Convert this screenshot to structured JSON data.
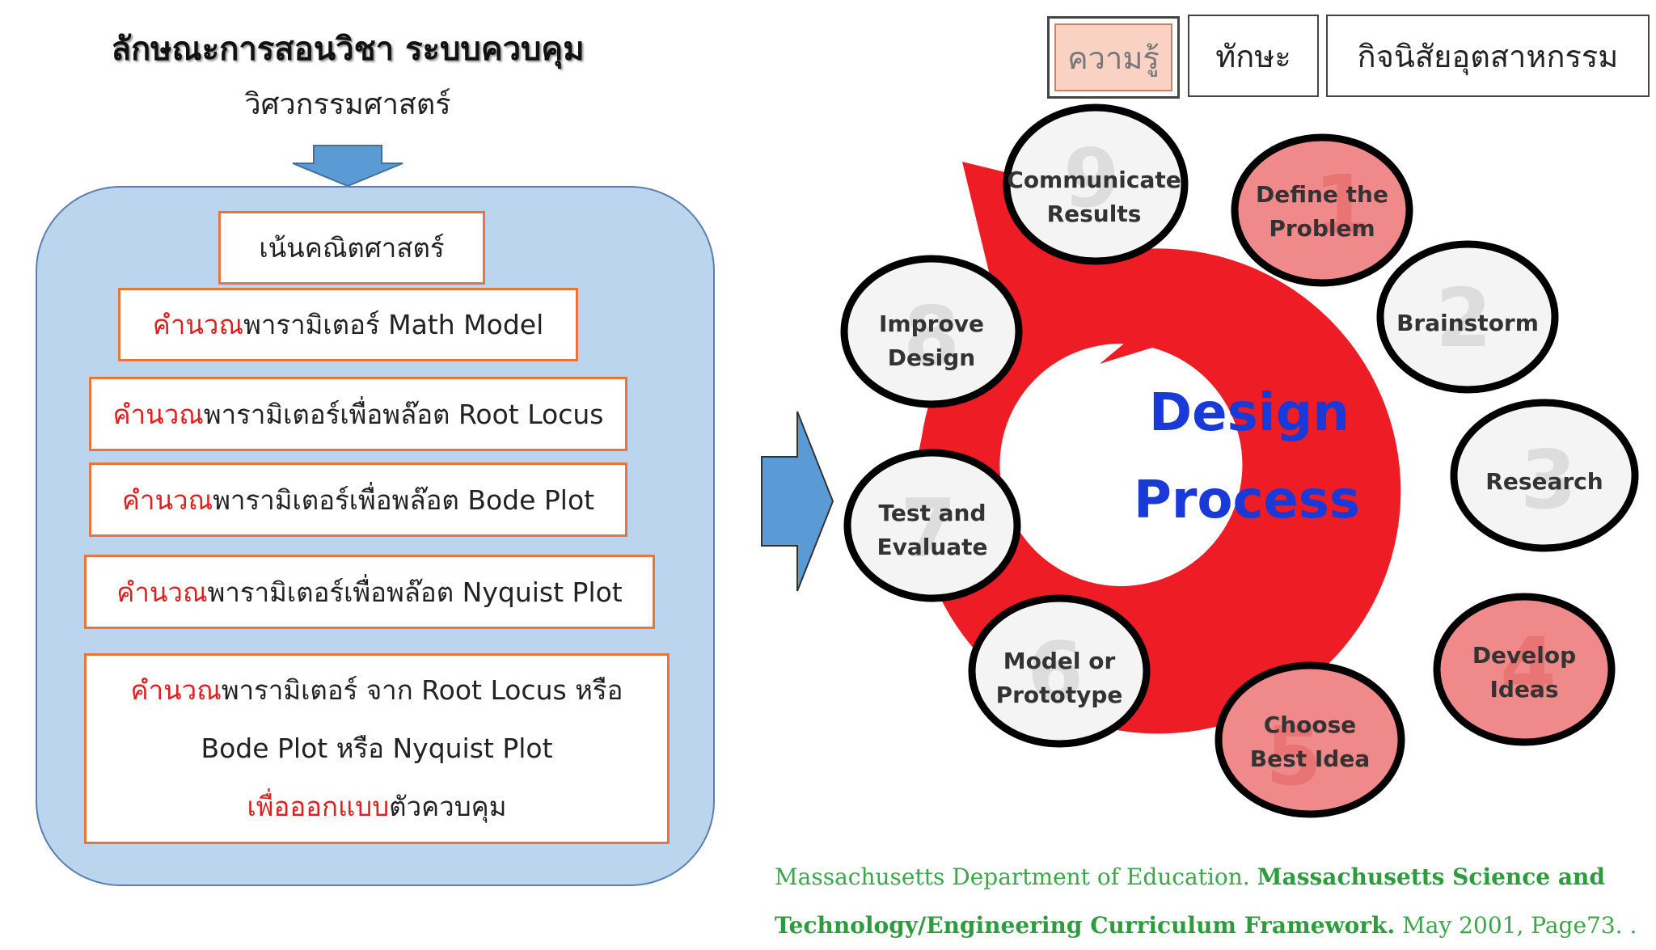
{
  "left": {
    "title": "ลักษณะการสอนวิชา ระบบควบคุม",
    "subtitle": "วิศวกรรมศาสตร์",
    "boxes": {
      "b1": {
        "text": "เน้นคณิตศาสตร์"
      },
      "b2": {
        "red": "คำนวณ",
        "rest": "พารามิเตอร์ Math Model"
      },
      "b3": {
        "red": "คำนวณ",
        "rest": "พารามิเตอร์เพื่อพล๊อต Root Locus"
      },
      "b4": {
        "red": "คำนวณ",
        "rest": "พารามิเตอร์เพื่อพล๊อต Bode Plot"
      },
      "b5": {
        "red": "คำนวณ",
        "rest": "พารามิเตอร์เพื่อพล๊อต Nyquist Plot"
      },
      "b6": {
        "line1_red": "คำนวณ",
        "line1_rest": "พารามิเตอร์ จาก Root Locus หรือ",
        "line2": "Bode Plot หรือ Nyquist Plot",
        "line3_red": "เพื่อออกแบบ",
        "line3_rest": "ตัวควบคุม"
      }
    }
  },
  "tags": {
    "knowledge": "ความรู้",
    "skill": "ทักษะ",
    "habit": "กิจนิสัยอุตสาหกรรม"
  },
  "design_process": {
    "center_line1": "Design",
    "center_line2": "Process",
    "steps": {
      "s1": {
        "num": "1",
        "line1": "Define the",
        "line2": "Problem"
      },
      "s2": {
        "num": "2",
        "line1": "Brainstorm",
        "line2": ""
      },
      "s3": {
        "num": "3",
        "line1": "Research",
        "line2": ""
      },
      "s4": {
        "num": "4",
        "line1": "Develop",
        "line2": "Ideas"
      },
      "s5": {
        "num": "5",
        "line1": "Choose",
        "line2": "Best Idea"
      },
      "s6": {
        "num": "6",
        "line1": "Model or",
        "line2": "Prototype"
      },
      "s7": {
        "num": "7",
        "line1": "Test and",
        "line2": "Evaluate"
      },
      "s8": {
        "num": "8",
        "line1": "Improve",
        "line2": "Design"
      },
      "s9": {
        "num": "9",
        "line1": "Communicate",
        "line2": "Results"
      }
    }
  },
  "citation": {
    "part1": "Massachusetts Department of Education. ",
    "part2_bold": "Massachusetts Science and",
    "part3_bold": "Technology/Engineering Curriculum Framework.",
    "part4": " May 2001, Page73. ."
  },
  "colors": {
    "panel": "#bcd5ee",
    "box_border": "#e8753c",
    "arrow_blue": "#5b9bd5",
    "process_red": "#ee1c25",
    "highlight_circle": "#f08a8a",
    "center_text": "#1a3ad8"
  }
}
